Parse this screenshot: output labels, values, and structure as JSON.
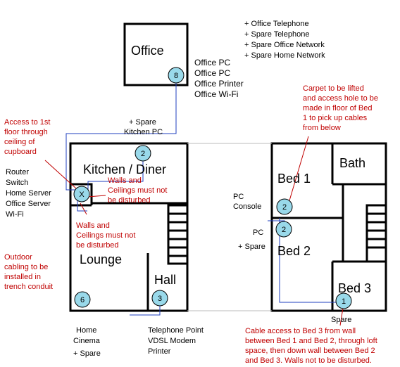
{
  "colors": {
    "wall": "#000000",
    "badge_fill": "#99d9ea",
    "cable_blue": "#1f3fbf",
    "note_red": "#c00000",
    "text": "#000000"
  },
  "office": {
    "label": "Office",
    "badge": "8",
    "devices": [
      "Office PC",
      "Office PC",
      "Office Printer",
      "Office Wi-Fi"
    ]
  },
  "services": [
    "+ Office Telephone",
    "+ Spare Telephone",
    "+ Spare Office Network",
    "+ Spare Home Network"
  ],
  "ground_floor": {
    "kitchen": {
      "label": "Kitchen / Diner",
      "badge": "2",
      "extras": [
        "+ Spare",
        "Kitchen PC"
      ]
    },
    "cupboard": {
      "badge": "X",
      "devices": [
        "Router",
        "Switch",
        "Home Server",
        "Office Server",
        "Wi-Fi"
      ]
    },
    "lounge": {
      "label": "Lounge",
      "badge": "6",
      "devices": [
        "Home",
        "Cinema",
        "+ Spare"
      ]
    },
    "hall": {
      "label": "Hall",
      "badge": "3",
      "devices": [
        "Telephone Point",
        "VDSL Modem",
        "Printer"
      ]
    }
  },
  "first_floor": {
    "bed1": {
      "label": "Bed 1",
      "badge": "2",
      "devices": [
        "PC",
        "Console"
      ]
    },
    "bed2": {
      "label": "Bed 2",
      "badge": "2",
      "devices": [
        "PC",
        "+ Spare"
      ]
    },
    "bed3": {
      "label": "Bed 3",
      "badge": "1",
      "devices": [
        "Spare"
      ]
    },
    "bath": {
      "label": "Bath"
    }
  },
  "notes": {
    "access_first_floor": [
      "Access to 1st",
      "floor through",
      "ceiling of",
      "cupboard"
    ],
    "kitchen_walls": [
      "Walls and",
      "Ceilings must not",
      "be disturbed"
    ],
    "lounge_walls": [
      "Walls and",
      "Ceilings must not",
      "be disturbed"
    ],
    "outdoor": [
      "Outdoor",
      "cabling to be",
      "installed in",
      "trench conduit"
    ],
    "carpet": [
      "Carpet to be lifted",
      "and access hole to be",
      "made in floor of Bed",
      "1 to pick up cables",
      "from below"
    ],
    "bed3_cable": [
      "Cable access to Bed 3 from wall",
      "between Bed 1 and Bed 2, through loft",
      "space, then down wall between Bed 2",
      "and Bed 3. Walls not to be disturbed."
    ]
  }
}
